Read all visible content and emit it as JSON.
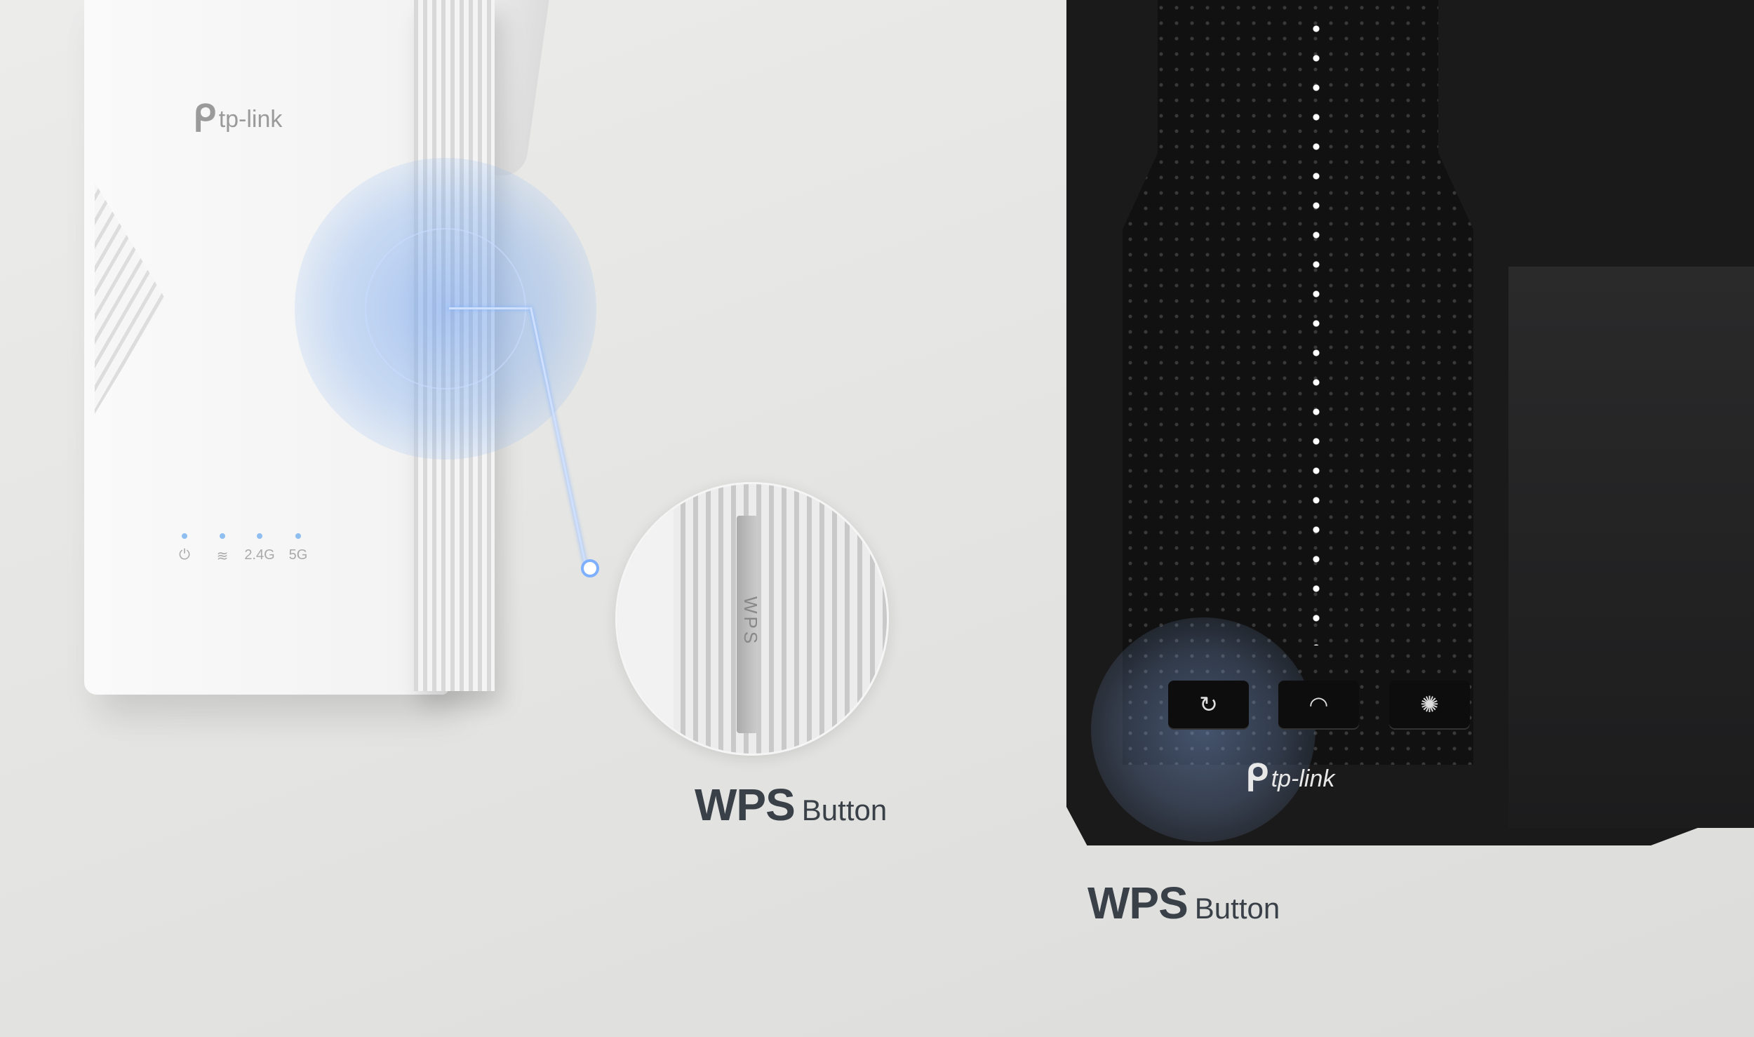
{
  "extender": {
    "brand": "tp-link",
    "leds": [
      "⏻",
      "wifi",
      "2.4G",
      "5G"
    ],
    "zoom_button_text": "WPS"
  },
  "router": {
    "brand": "tp-link",
    "buttons": [
      "wps-icon",
      "wifi-icon",
      "led-icon"
    ]
  },
  "labels": [
    {
      "bold": "WPS",
      "text": "Button"
    },
    {
      "bold": "WPS",
      "text": "Button"
    }
  ],
  "colors": {
    "glow": "#7fb0ff",
    "router": "#1a1a1b",
    "text": "#3a4048"
  }
}
